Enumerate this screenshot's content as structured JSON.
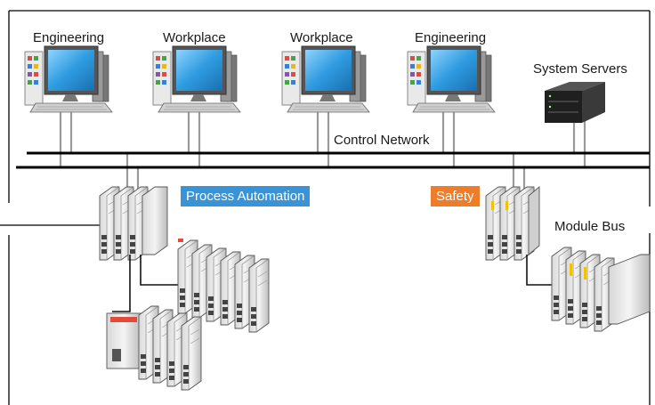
{
  "labels": {
    "ws1": "Engineering",
    "ws2": "Workplace",
    "ws3": "Workplace",
    "ws4": "Engineering",
    "servers": "System Servers",
    "control_network": "Control Network",
    "process_automation": "Process Automation",
    "safety": "Safety",
    "module_bus": "Module Bus"
  },
  "colors": {
    "process_automation_bg": "#3a93d6",
    "safety_bg": "#ee7d2b",
    "network_line": "#000000",
    "drop_line": "#9a9a9a",
    "screen": "#2f9be0",
    "server": "#1f1f1f"
  },
  "icons": {
    "workstation": "workstation-icon",
    "server": "server-icon",
    "io_module": "io-module-icon"
  }
}
